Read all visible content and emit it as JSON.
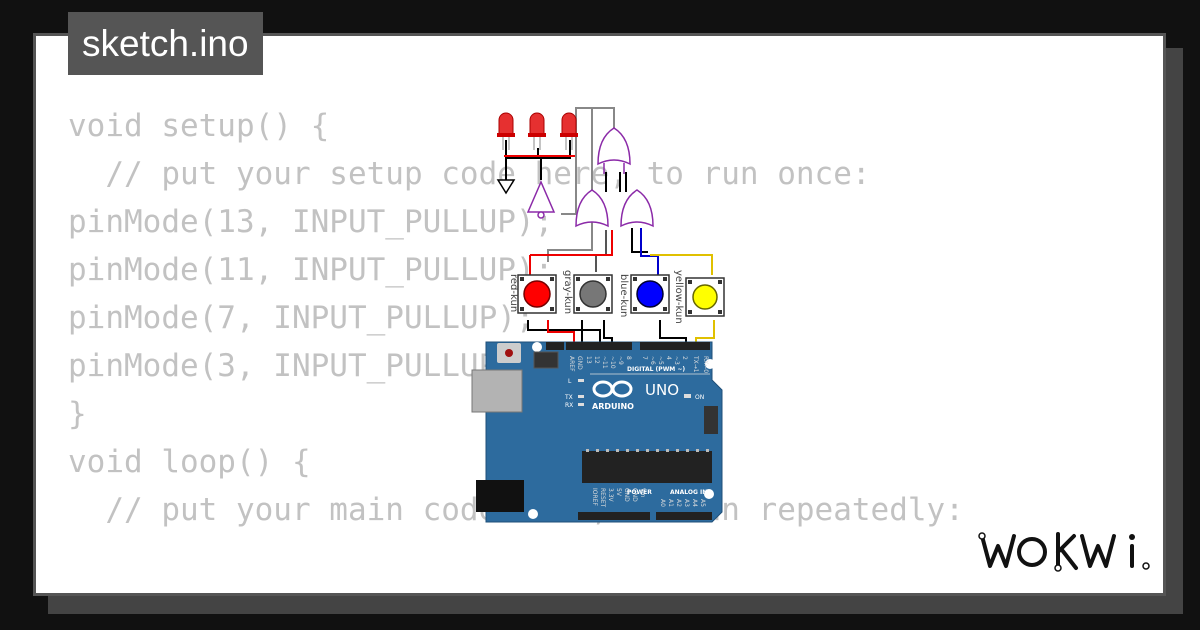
{
  "file_tab": {
    "label": "sketch.ino"
  },
  "code": {
    "lines": [
      "void setup() {",
      "  // put your setup code here, to run once:",
      "pinMode(13, INPUT_PULLUP);",
      "pinMode(11, INPUT_PULLUP);",
      "pinMode(7, INPUT_PULLUP);",
      "pinMode(3, INPUT_PULLUP);",
      "}",
      "",
      "void loop() {",
      "  // put your main code here, to run repeatedly:"
    ]
  },
  "buttons": [
    {
      "label": "red-kun",
      "color": "#ff0000"
    },
    {
      "label": "gray-kun",
      "color": "#777777"
    },
    {
      "label": "blue-kun",
      "color": "#0000ff"
    },
    {
      "label": "yellow-kun",
      "color": "#ffff00"
    }
  ],
  "board": {
    "brand": "ARDUINO",
    "model": "UNO",
    "digital_label": "DIGITAL (PWM ~)",
    "power_label": "POWER",
    "analog_label": "ANALOG IN",
    "on_label": "ON",
    "led_l": "L",
    "led_tx": "TX",
    "led_rx": "RX",
    "aref": "AREF",
    "gnd": "GND",
    "top_pins": [
      "13",
      "12",
      "~11",
      "~10",
      "~9",
      "8",
      "7",
      "~6",
      "~5",
      "4",
      "~3",
      "2",
      "TX→1",
      "RX←0"
    ],
    "power_pins": [
      "IOREF",
      "RESET",
      "3.3V",
      "5V",
      "GND",
      "GND",
      "Vin"
    ],
    "analog_pins": [
      "A0",
      "A1",
      "A2",
      "A3",
      "A4",
      "A5"
    ],
    "color": "#2d6b9e"
  },
  "logo": {
    "text": "WOKWi"
  },
  "colors": {
    "background": "#111111",
    "card": "#ffffff",
    "tab": "#555555",
    "code_text": "#c2c2c2",
    "gate": "#8b2aa8"
  },
  "icons": [
    "led-icon",
    "ground-symbol-icon",
    "not-gate-icon",
    "or-gate-icon",
    "pushbutton-icon",
    "arduino-logo-icon"
  ]
}
